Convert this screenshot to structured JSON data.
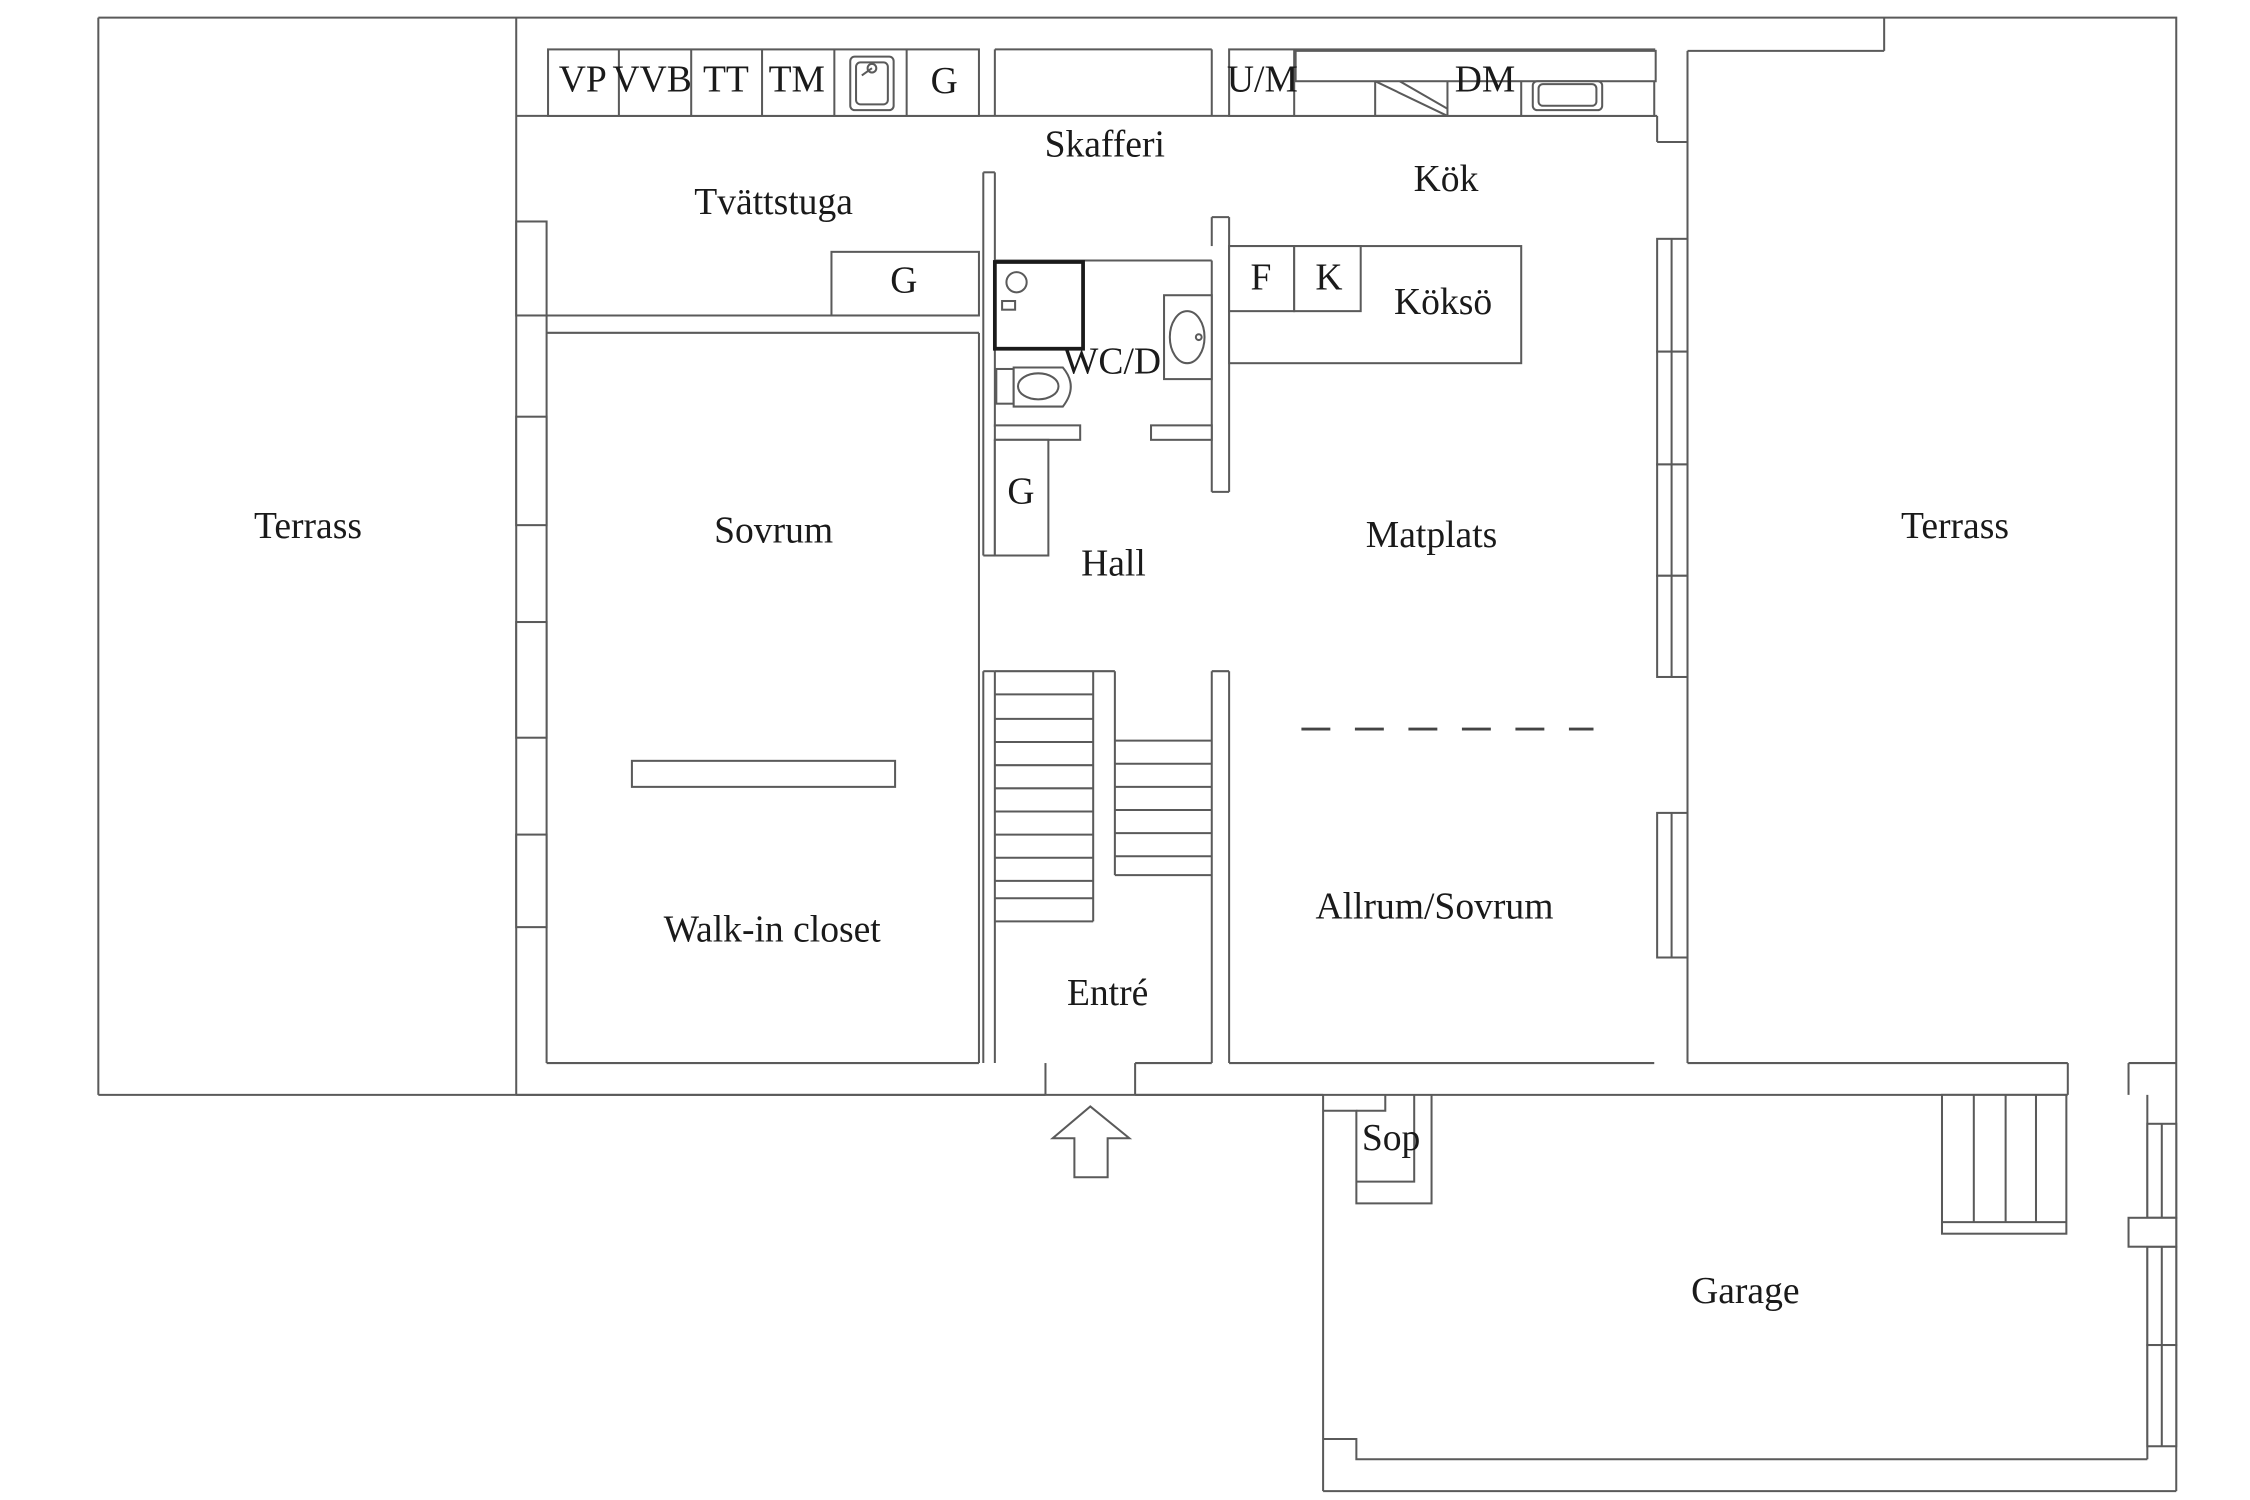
{
  "plan": {
    "rooms": {
      "terrass_left": "Terrass",
      "terrass_right": "Terrass",
      "tvattstuga": "Tvättstuga",
      "skafferi": "Skafferi",
      "kok": "Kök",
      "koksö": "Köksö",
      "wc": "WC/D",
      "sovrum": "Sovrum",
      "hall": "Hall",
      "matplats": "Matplats",
      "walkin": "Walk-in closet",
      "entre": "Entré",
      "allrum": "Allrum/Sovrum",
      "sop": "Sop",
      "garage": "Garage"
    },
    "appliances": {
      "vp": "VP",
      "vvb": "VVB",
      "tt": "TT",
      "tm": "TM",
      "g_laundry_top": "G",
      "g_laundry_bottom": "G",
      "g_hall": "G",
      "um": "U/M",
      "dm": "DM",
      "f": "F",
      "k": "K"
    }
  }
}
